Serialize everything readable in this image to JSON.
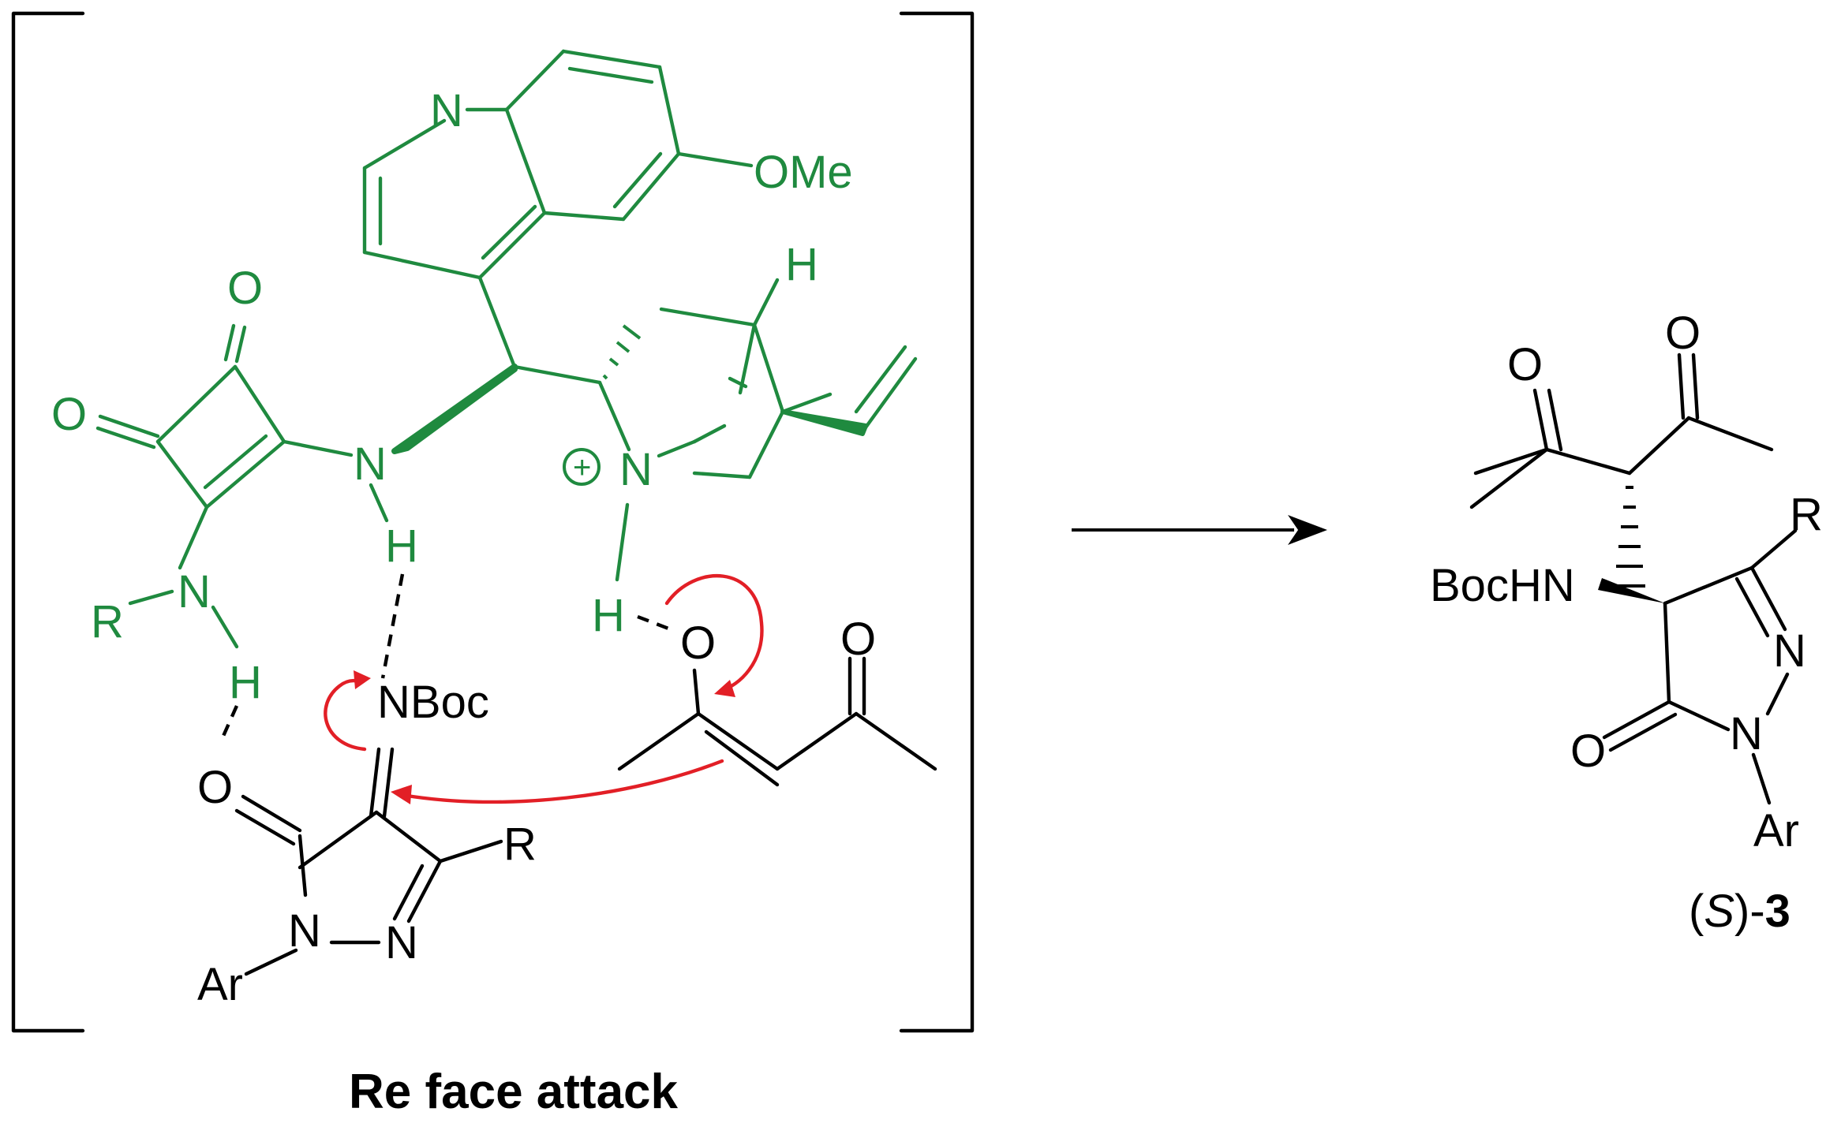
{
  "colors": {
    "catalyst": "#1f8a3f",
    "substrate": "#000000",
    "arrow": "#e21f26"
  },
  "catalyst_labels": {
    "quinoline_n": "N",
    "methoxy": "OMe",
    "bridgehead_h": "H",
    "squaramide_o1": "O",
    "squaramide_o2": "O",
    "nh_n": "N",
    "nh_h": "H",
    "quinuclidine_n": "N",
    "plus": "+",
    "nh_plus_h": "H",
    "r_n": "N",
    "r": "R",
    "rnh_h": "H"
  },
  "substrate_labels": {
    "nboc": "NBoc",
    "carbonyl_o": "O",
    "r": "R",
    "n1": "N",
    "n2": "N",
    "ar": "Ar",
    "enol_o": "O",
    "ketone_o": "O"
  },
  "product_labels": {
    "o_left": "O",
    "o_right": "O",
    "r": "R",
    "bochn": "BocHN",
    "n_ring": "N",
    "n_aryl": "N",
    "o_ring": "O",
    "ar": "Ar",
    "compound_s": "S",
    "compound_prefix": "(",
    "compound_mid": ")-",
    "compound_num": "3"
  },
  "caption": "Re face attack"
}
